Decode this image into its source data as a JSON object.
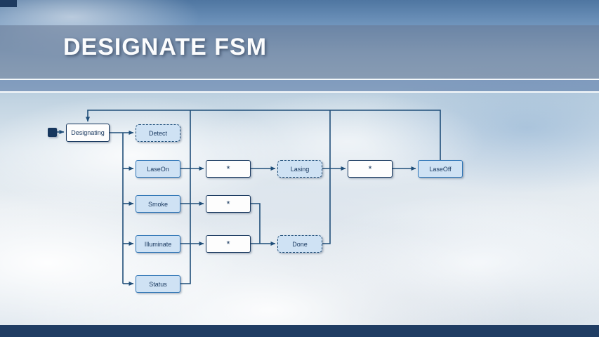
{
  "slide": {
    "title": "DESIGNATE FSM"
  },
  "diagram": {
    "nodes": {
      "designating": {
        "label": "Designating"
      },
      "detect": {
        "label": "Detect"
      },
      "laseon": {
        "label": "LaseOn"
      },
      "star1": {
        "label": "*"
      },
      "lasing": {
        "label": "Lasing"
      },
      "star2": {
        "label": "*"
      },
      "laseoff": {
        "label": "LaseOff"
      },
      "smoke": {
        "label": "Smoke"
      },
      "star3": {
        "label": "*"
      },
      "illuminate": {
        "label": "Illuminate"
      },
      "star4": {
        "label": "*"
      },
      "done": {
        "label": "Done"
      },
      "status": {
        "label": "Status"
      }
    },
    "edges": [
      {
        "from": "initial",
        "to": "Designating"
      },
      {
        "from": "Designating",
        "to": "Detect"
      },
      {
        "from": "Designating",
        "to": "LaseOn"
      },
      {
        "from": "Designating",
        "to": "Smoke"
      },
      {
        "from": "Designating",
        "to": "Illuminate"
      },
      {
        "from": "Designating",
        "to": "Status"
      },
      {
        "from": "LaseOn",
        "to": "*"
      },
      {
        "from": "*",
        "to": "Lasing"
      },
      {
        "from": "Lasing",
        "to": "*"
      },
      {
        "from": "*",
        "to": "LaseOff"
      },
      {
        "from": "Smoke",
        "to": "*"
      },
      {
        "from": "* (smoke)",
        "to": "Done"
      },
      {
        "from": "Illuminate",
        "to": "*"
      },
      {
        "from": "* (illuminate)",
        "to": "Done"
      },
      {
        "from": "Done",
        "to": "Designating"
      },
      {
        "from": "LaseOff",
        "to": "Designating"
      },
      {
        "from": "Status",
        "to": "Designating"
      }
    ],
    "colors": {
      "node_fill": "#cfe2f4",
      "node_border": "#2e75b6",
      "dark_border": "#17375e",
      "connector": "#1f4e79",
      "initial_marker": "#17375e",
      "bottom_bar": "#203d63"
    }
  }
}
